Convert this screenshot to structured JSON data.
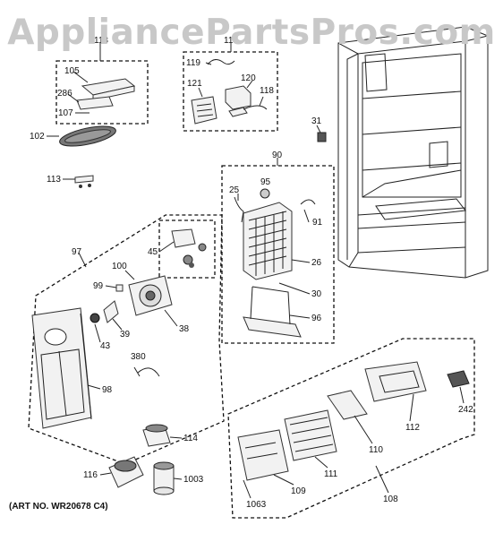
{
  "watermark": "AppliancePartsPros.com",
  "art_number": "(ART NO. WR20678 C4)",
  "labels": {
    "l113a": "113",
    "l117": "117",
    "l119": "119",
    "l120": "120",
    "l121": "121",
    "l118": "118",
    "l105": "105",
    "l286": "286",
    "l107": "107",
    "l102": "102",
    "l113b": "113",
    "l31": "31",
    "l90": "90",
    "l25": "25",
    "l95": "95",
    "l91": "91",
    "l26": "26",
    "l30": "30",
    "l96": "96",
    "l45": "45",
    "l97": "97",
    "l100": "100",
    "l99": "99",
    "l43": "43",
    "l39": "39",
    "l38": "38",
    "l380": "380",
    "l98": "98",
    "l114": "114",
    "l116": "116",
    "l1003": "1003",
    "l242": "242",
    "l112": "112",
    "l110": "110",
    "l111": "111",
    "l109": "109",
    "l1063": "1063",
    "l108": "108"
  }
}
